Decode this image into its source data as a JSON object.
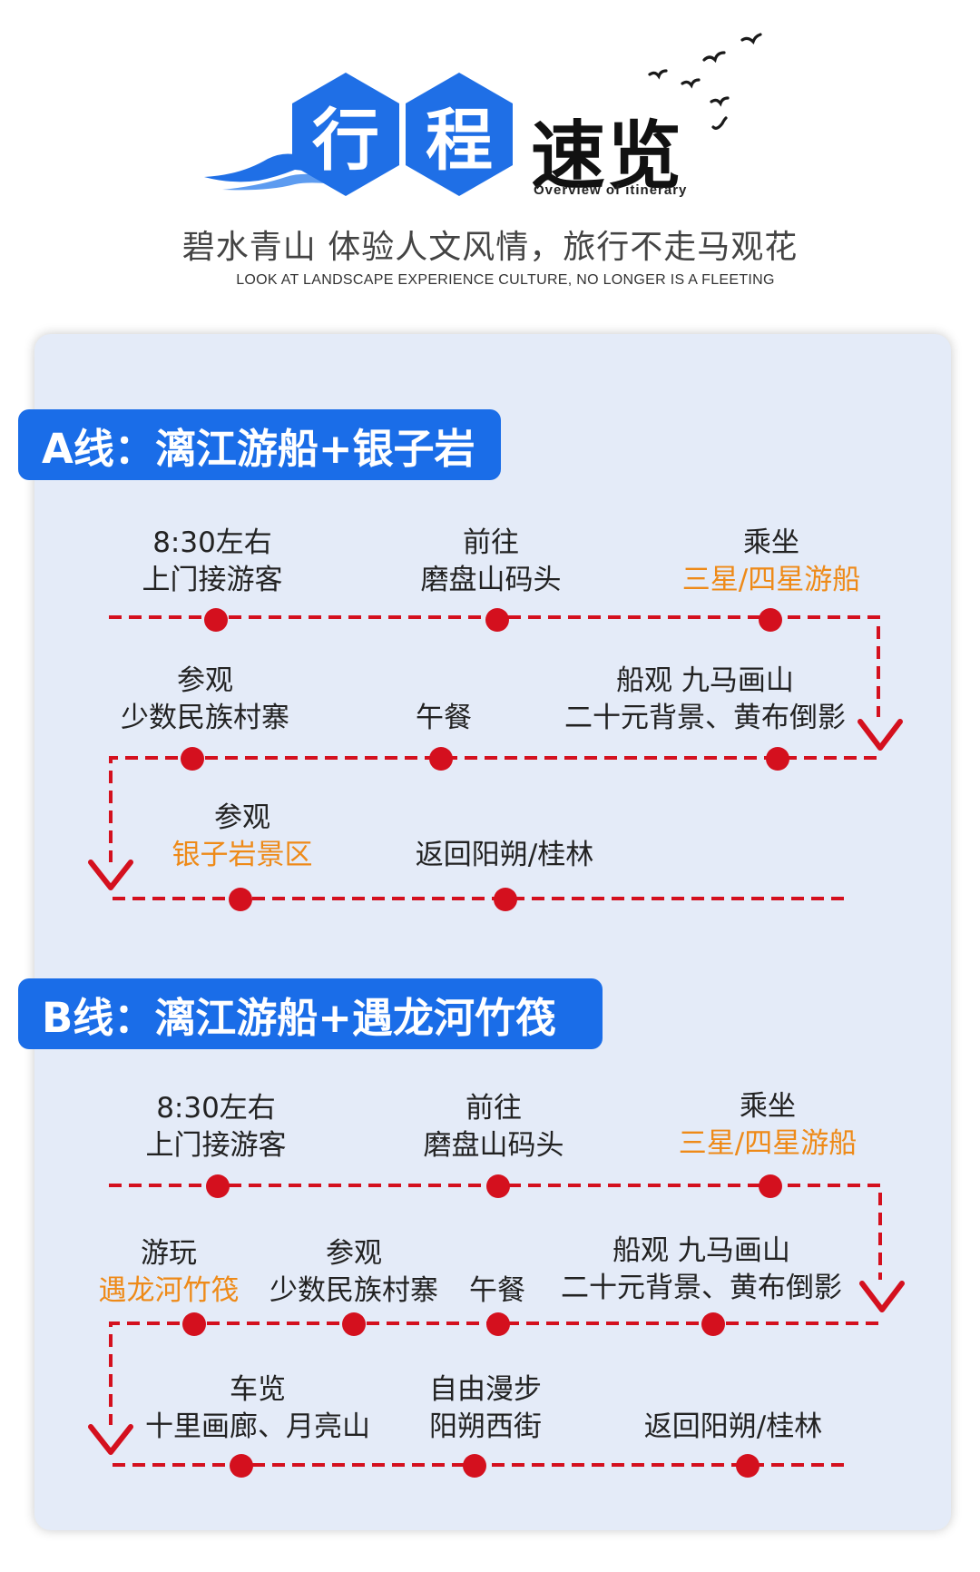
{
  "header": {
    "char1": "行",
    "char2": "程",
    "title_rest": "速览",
    "subtitle_en": "Overview of itinerary",
    "slogan_cn": "碧水青山 体验人文风情，旅行不走马观花",
    "slogan_en": "LOOK AT LANDSCAPE EXPERIENCE CULTURE, NO LONGER IS A FLEETING"
  },
  "colors": {
    "brand_blue": "#1a6de8",
    "route_red": "#d4101e",
    "highlight_orange": "#ee8a18",
    "card_bg": "#e4ebf8"
  },
  "route_a": {
    "title": "A线：漓江游船+银子岩",
    "row1": [
      {
        "l1": "8:30左右",
        "l2": "上门接游客"
      },
      {
        "l1": "前往",
        "l2": "磨盘山码头"
      },
      {
        "l1": "乘坐",
        "l2": "三星/四星游船"
      }
    ],
    "row2": [
      {
        "l1": "参观",
        "l2": "少数民族村寨"
      },
      {
        "l1": "午餐"
      },
      {
        "l1": "船观 九马画山",
        "l2": "二十元背景、黄布倒影"
      }
    ],
    "row3": [
      {
        "l1": "参观",
        "l2": "银子岩景区"
      },
      {
        "l1": "返回阳朔/桂林"
      }
    ]
  },
  "route_b": {
    "title": "B线：漓江游船+遇龙河竹筏",
    "row1": [
      {
        "l1": "8:30左右",
        "l2": "上门接游客"
      },
      {
        "l1": "前往",
        "l2": "磨盘山码头"
      },
      {
        "l1": "乘坐",
        "l2": "三星/四星游船"
      }
    ],
    "row2": [
      {
        "l1": "游玩",
        "l2": "遇龙河竹筏"
      },
      {
        "l1": "参观",
        "l2": "少数民族村寨"
      },
      {
        "l1": "午餐"
      },
      {
        "l1": "船观 九马画山",
        "l2": "二十元背景、黄布倒影"
      }
    ],
    "row3": [
      {
        "l1": "车览",
        "l2": "十里画廊、月亮山"
      },
      {
        "l1": "自由漫步",
        "l2": "阳朔西街"
      },
      {
        "l1": "返回阳朔/桂林"
      }
    ]
  }
}
